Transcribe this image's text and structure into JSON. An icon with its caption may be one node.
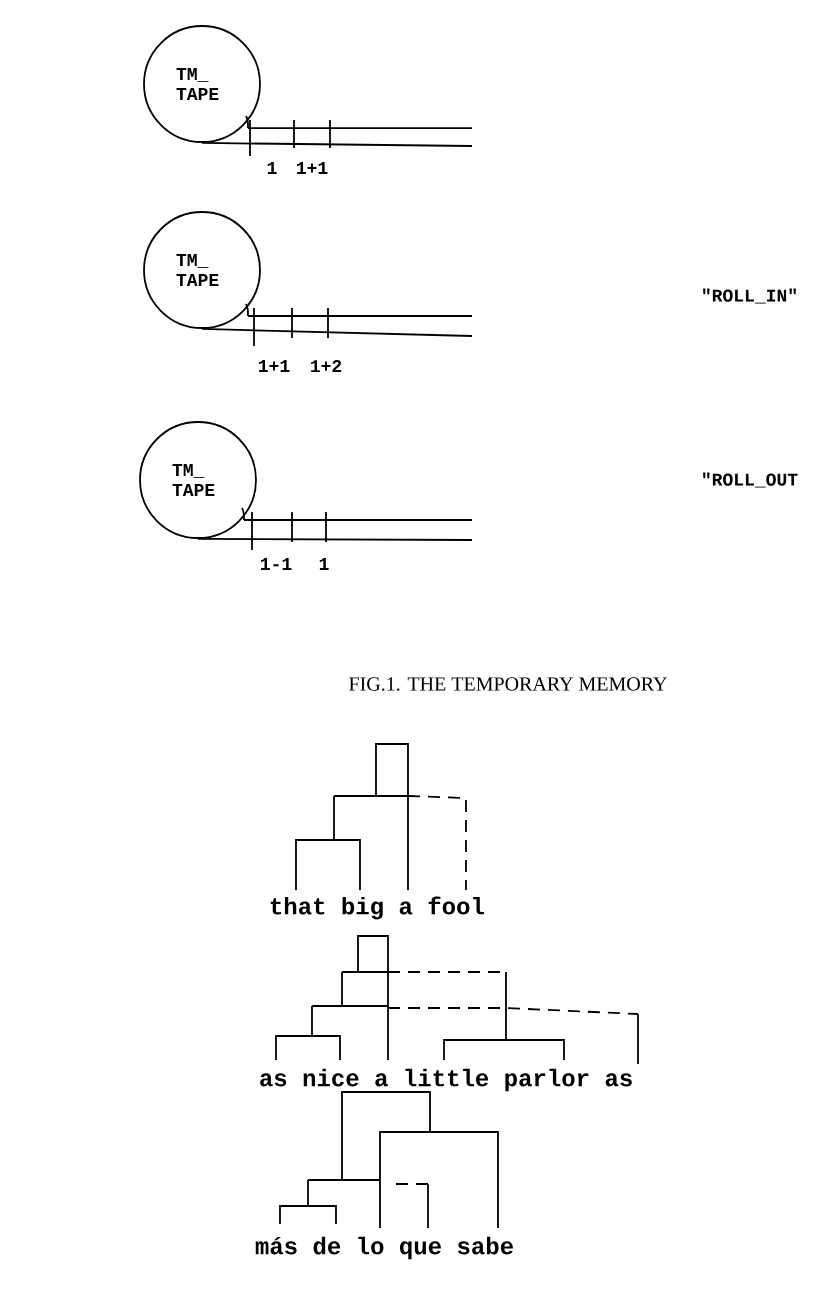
{
  "diagram": {
    "caption": "FIG.1. THE TEMPORARY MEMORY",
    "nodes": [
      {
        "text": [
          "TM_ TAPE"
        ]
      },
      {
        "text": [
          "TM_ TAPE"
        ]
      },
      {
        "text": [
          "TM_ TAPE"
        ]
      }
    ],
    "labels": [
      "1",
      "1+1",
      "1+1",
      "1+2",
      "\"ROLL_IN\"",
      "\"ROLL_OUT",
      "1-1",
      "1",
      "that big a fool",
      "as nice a little parlor as",
      "más de lo que sabe"
    ]
  }
}
